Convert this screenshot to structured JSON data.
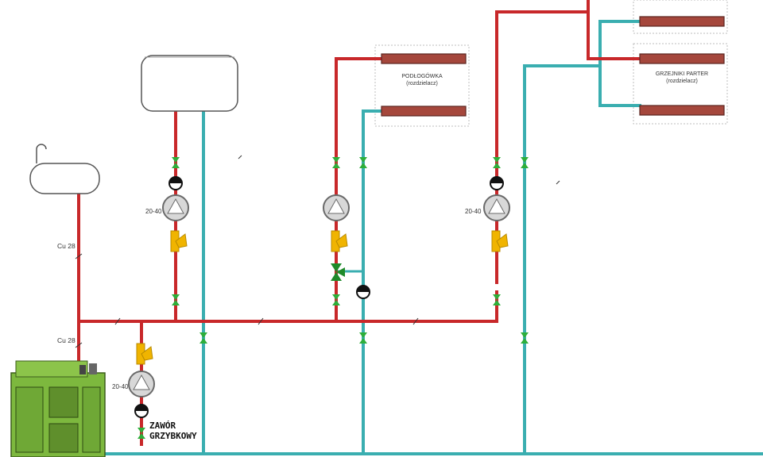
{
  "labels": {
    "cu_upper": "Cu 28",
    "cu_lower": "Cu 28",
    "podlogowka_title": "PODŁOGÓWKA",
    "podlogowka_sub": "(rozdzielacz)",
    "grzejniki_title": "GRZEJNIKI PARTER",
    "grzejniki_sub": "(rozdzielacz)",
    "pump_boiler": "20-40",
    "pump_tank": "20-40",
    "pump_radiators": "20-40",
    "zawor_line1": "ZAWÓR",
    "zawor_line2": "GRZYBKOWY"
  },
  "colors": {
    "supply": "#c8282a",
    "return": "#3aaeb0",
    "valve": "#2eae3a",
    "filter": "#f0b400",
    "manifold_fill": "#a5473c",
    "boiler": "#7db83e"
  },
  "icons": [
    "boiler-icon",
    "expansion-tank-icon",
    "buffer-tank-icon",
    "pump-icon",
    "ball-valve-icon",
    "check-valve-icon",
    "strainer-icon",
    "mixing-valve-icon",
    "manifold-icon"
  ]
}
